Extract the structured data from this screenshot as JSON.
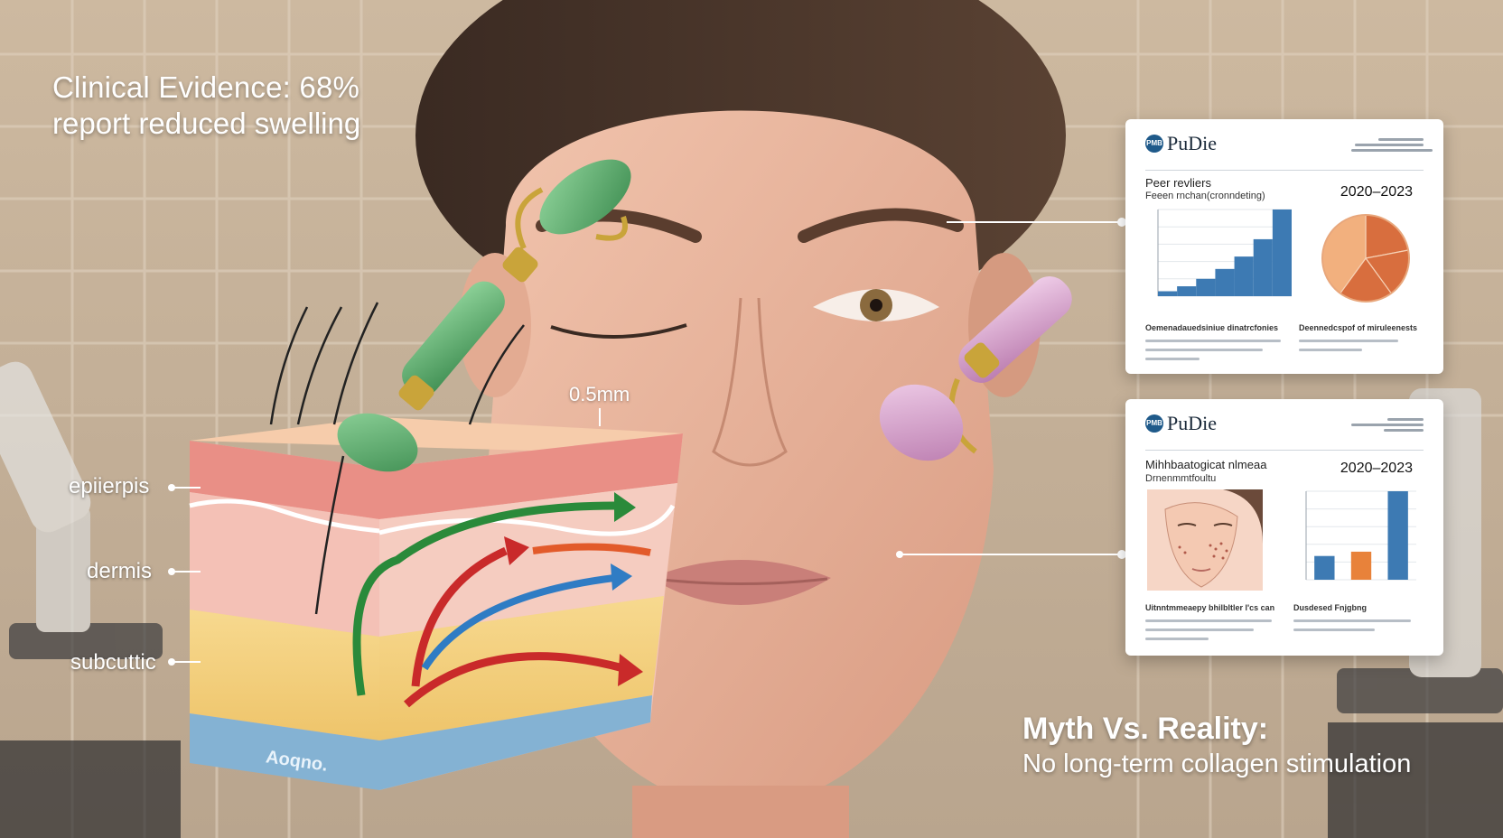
{
  "headline": {
    "line1": "Clinical Evidence: 68%",
    "line2": "report reduced swelling"
  },
  "myth": {
    "line1": "Myth Vs. Reality:",
    "line2": "No long-term collagen stimulation"
  },
  "skin_diagram": {
    "layers": [
      "epiierpis",
      "dermis",
      "subcuttic"
    ],
    "depth_label": "0.5mm",
    "base_label": "Aoqno."
  },
  "cards": [
    {
      "brand": "PuDie",
      "badge": "PMB",
      "title": "Peer revliers",
      "subtitle": "Feeen rnchan(cronndeting)",
      "years": "2020–2023",
      "caption_left": "Oemenadauedsiniue dinatrcfonies",
      "caption_right": "Deennedcspof of miruleenests",
      "chart_bar": {
        "values": [
          2,
          4,
          7,
          11,
          16,
          23,
          35
        ]
      },
      "chart_pie": {
        "slices": [
          22,
          18,
          20,
          40
        ]
      }
    },
    {
      "brand": "PuDie",
      "badge": "PMB",
      "title": "Mihhbaatogicat nlmeaa",
      "subtitle": "Drnenmmtfoultu",
      "years": "2020–2023",
      "caption_left": "Uitnntmmeaepy bhilbltler l'cs can",
      "caption_right": "Dusdesed Fnjgbng",
      "chart_bar": {
        "values": [
          22,
          26,
          82
        ]
      }
    }
  ],
  "colors": {
    "bar_blue": "#3d7ab3",
    "bar_orange": "#e8823a",
    "pie_base": "#f2b07e",
    "pie_dark": "#d86e3e",
    "jade": "#5aa86a",
    "rose_quartz": "#d8a4cf"
  }
}
